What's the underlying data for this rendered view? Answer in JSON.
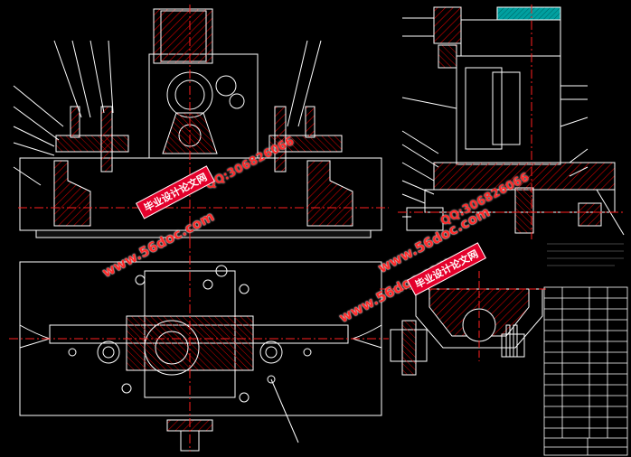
{
  "drawing": {
    "watermarks": {
      "site": "www.56doc.com",
      "qq": "QQ:306826066",
      "tag": "毕业设计论文网"
    },
    "colors": {
      "background": "#000000",
      "outline": "#ffffff",
      "hatch": "#d00000",
      "centerline": "#ff2020",
      "dimension": "#00c000",
      "highlight": "#00b0b0",
      "leader": "#ffffff",
      "accent": "#ffff00"
    }
  }
}
